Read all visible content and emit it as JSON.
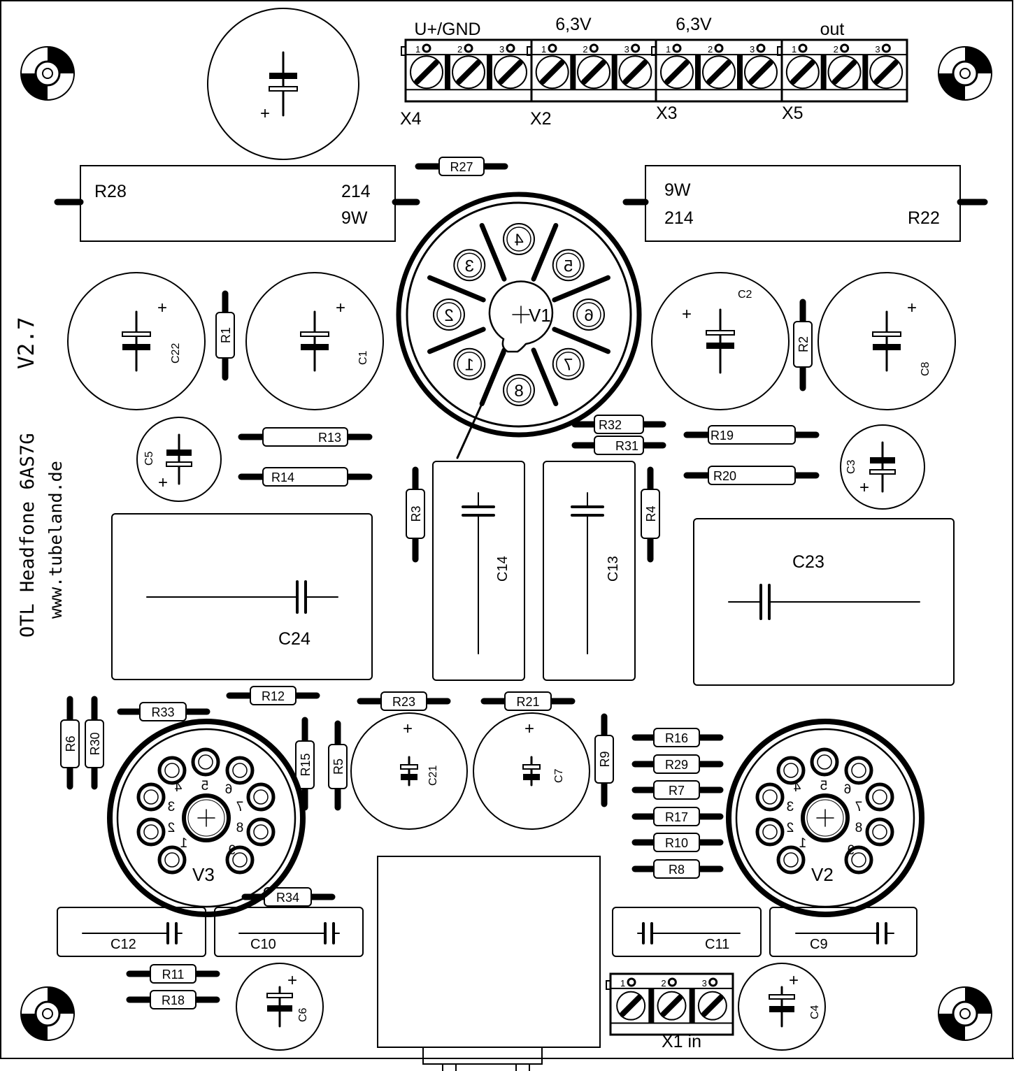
{
  "board": {
    "title": "OTL Headfone 6AS7G",
    "version": "V2.7",
    "url": "www.tubeland.de"
  },
  "connectors": {
    "X4": {
      "ref": "X4",
      "caption": "U+/GND",
      "pins": [
        "1",
        "2",
        "3"
      ]
    },
    "X2": {
      "ref": "X2",
      "caption": "6,3V",
      "pins": [
        "1",
        "2",
        "3"
      ]
    },
    "X3": {
      "ref": "X3",
      "caption": "6,3V",
      "pins": [
        "1",
        "2",
        "3"
      ]
    },
    "X5": {
      "ref": "X5",
      "caption": "out",
      "pins": [
        "1",
        "2",
        "3"
      ]
    },
    "X1": {
      "ref": "X1 in",
      "pins": [
        "1",
        "2",
        "3"
      ]
    }
  },
  "power_resistors": {
    "R28": {
      "ref": "R28",
      "value": "214",
      "power": "9W"
    },
    "R22": {
      "ref": "R22",
      "value": "214",
      "power": "9W"
    }
  },
  "resistors": {
    "R1": "R1",
    "R2": "R2",
    "R3": "R3",
    "R4": "R4",
    "R5": "R5",
    "R6": "R6",
    "R7": "R7",
    "R8": "R8",
    "R9": "R9",
    "R10": "R10",
    "R11": "R11",
    "R12": "R12",
    "R13": "R13",
    "R14": "R14",
    "R15": "R15",
    "R16": "R16",
    "R17": "R17",
    "R18": "R18",
    "R19": "R19",
    "R20": "R20",
    "R21": "R21",
    "R23": "R23",
    "R27": "R27",
    "R29": "R29",
    "R30": "R30",
    "R31": "R31",
    "R32": "R32",
    "R33": "R33",
    "R34": "R34"
  },
  "capacitors": {
    "C1": "C1",
    "C2": "C2",
    "C3": "C3",
    "C4": "C4",
    "C5": "C5",
    "C6": "C6",
    "C7": "C7",
    "C8": "C8",
    "C9": "C9",
    "C10": "C10",
    "C11": "C11",
    "C12": "C12",
    "C13": "C13",
    "C14": "C14",
    "C21": "C21",
    "C22": "C22",
    "C23": "C23",
    "C24": "C24"
  },
  "polarity_mark": "+",
  "tubes": {
    "V1": {
      "ref": "V1",
      "pins": [
        "1",
        "2",
        "3",
        "4",
        "5",
        "6",
        "7",
        "8"
      ]
    },
    "V2": {
      "ref": "V2",
      "pins": [
        "1",
        "2",
        "3",
        "4",
        "5",
        "6",
        "7",
        "8",
        "9"
      ]
    },
    "V3": {
      "ref": "V3",
      "pins": [
        "1",
        "2",
        "3",
        "4",
        "5",
        "6",
        "7",
        "8",
        "9"
      ]
    }
  }
}
